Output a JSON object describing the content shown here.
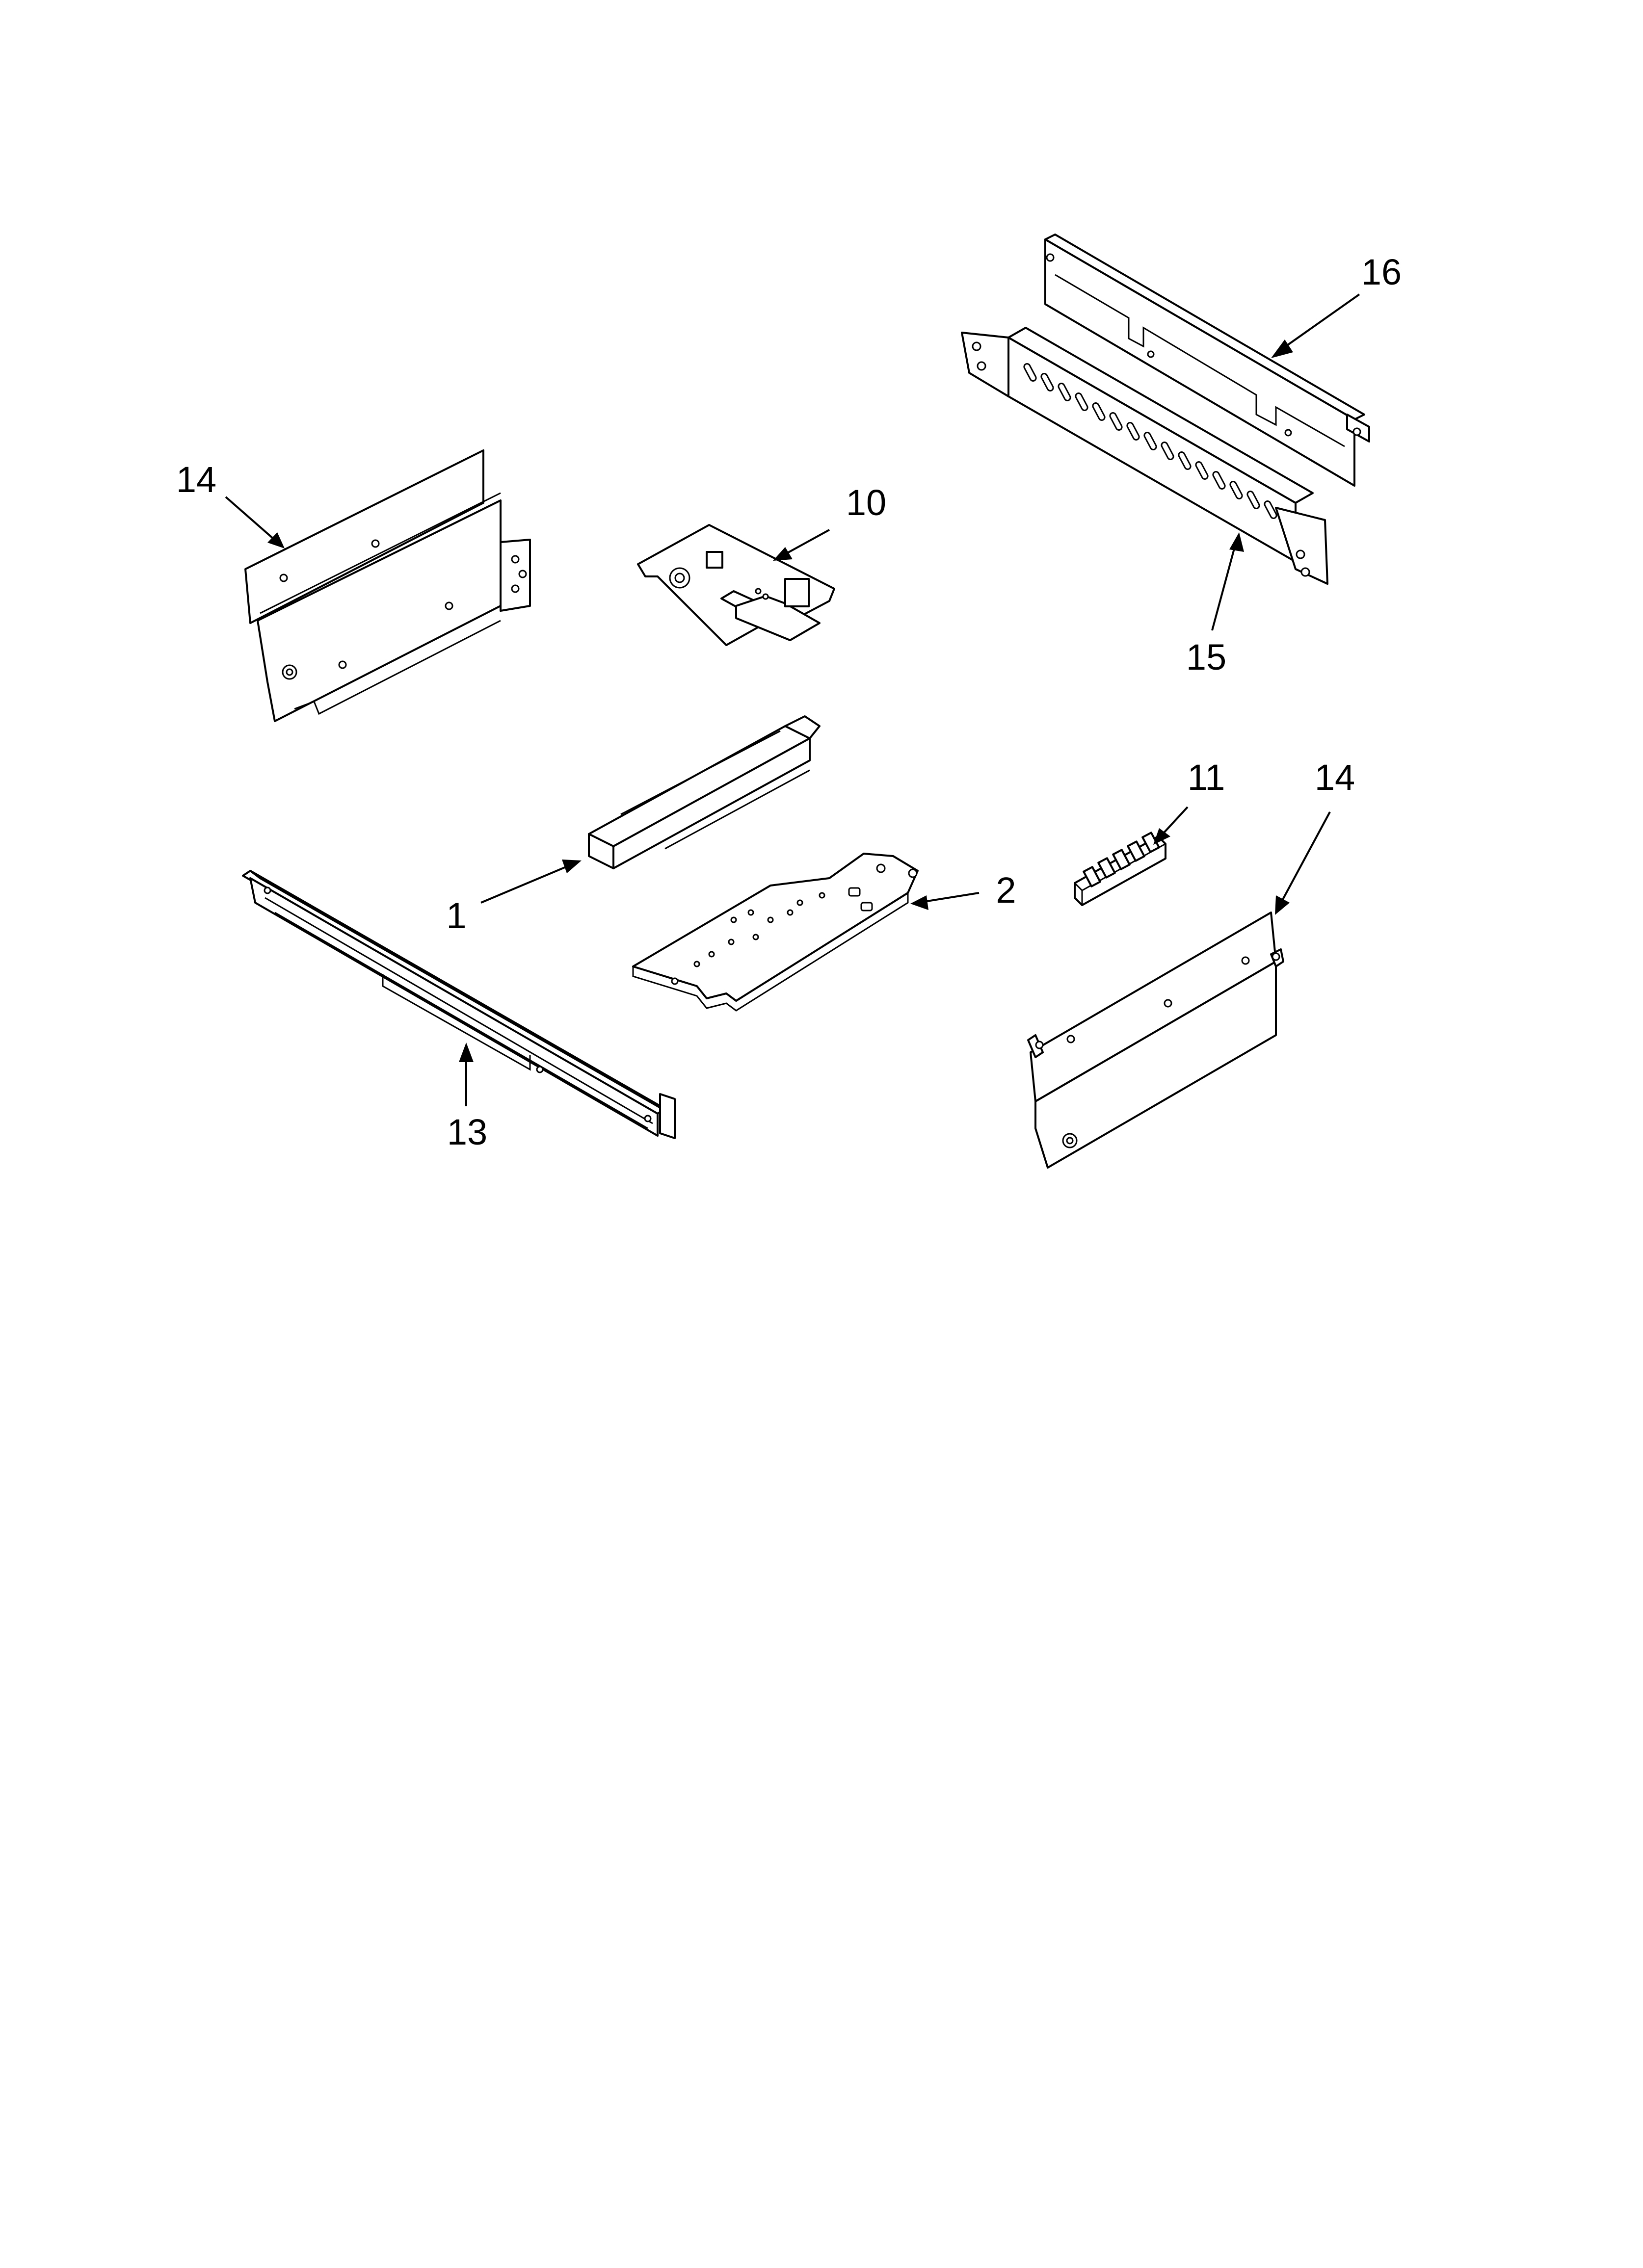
{
  "callouts": {
    "c16": "16",
    "c14_left": "14",
    "c10": "10",
    "c15": "15",
    "c11": "11",
    "c14_right": "14",
    "c1": "1",
    "c2": "2",
    "c13": "13"
  }
}
